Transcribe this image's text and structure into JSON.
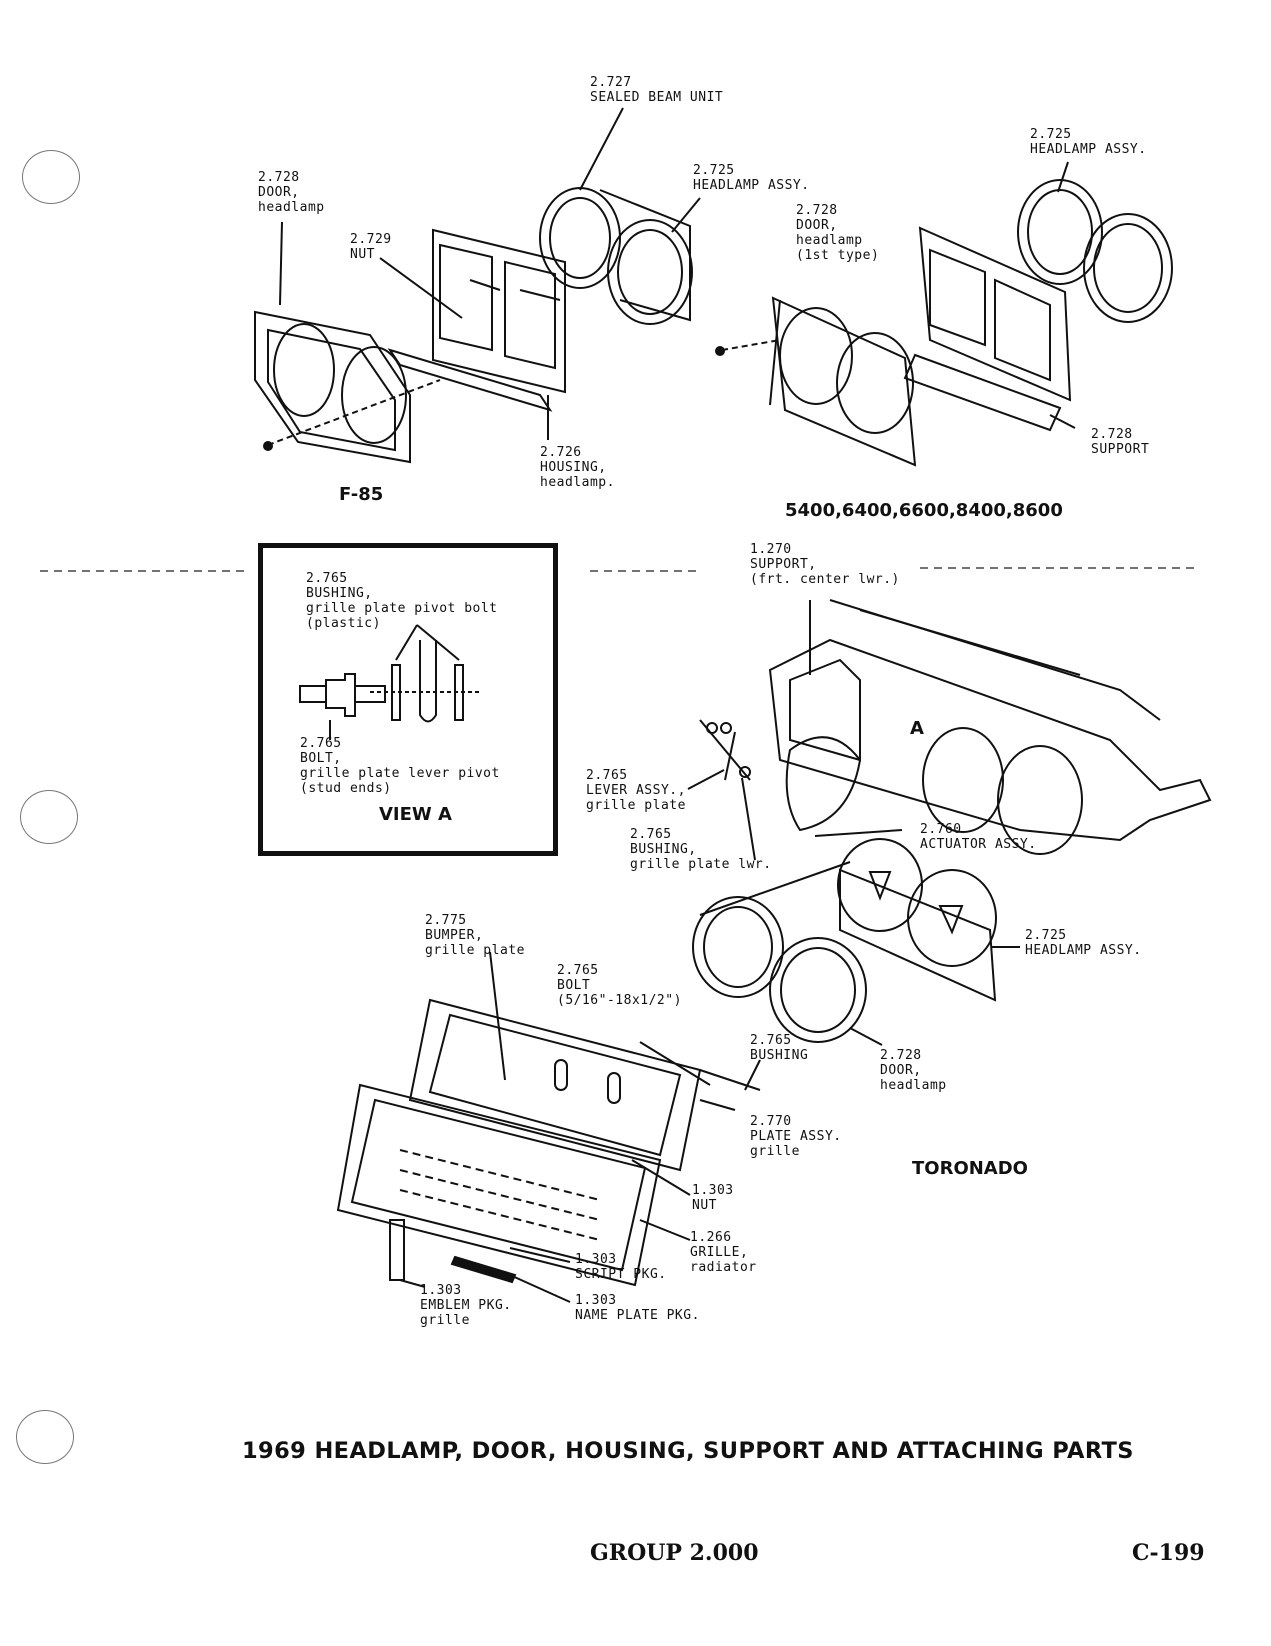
{
  "page": {
    "title": "1969 HEADLAMP, DOOR, HOUSING, SUPPORT AND ATTACHING PARTS",
    "group": "GROUP 2.000",
    "page_number": "C-199"
  },
  "sections": {
    "f85": "F-85",
    "big_models": "5400,6400,6600,8400,8600",
    "toronado": "TORONADO"
  },
  "callouts": {
    "sealed_beam": "2.727\nSEALED BEAM UNIT",
    "f85_headlamp_assy": "2.725\nHEADLAMP ASSY.",
    "f85_door": "2.728\nDOOR,\nheadlamp",
    "f85_nut": "2.729\nNUT",
    "f85_housing": "2.726\nHOUSING,\nheadlamp.",
    "big_headlamp_assy": "2.725\nHEADLAMP ASSY.",
    "big_door": "2.728\nDOOR,\nheadlamp\n(1st type)",
    "big_support": "2.728\nSUPPORT",
    "view_bushing": "2.765\nBUSHING,\ngrille plate pivot bolt\n(plastic)",
    "view_bolt": "2.765\nBOLT,\ngrille plate lever pivot\n(stud ends)",
    "view_title": "VIEW A",
    "toro_support": "1.270\nSUPPORT,\n(frt. center lwr.)",
    "toro_marker_a": "A",
    "toro_lever": "2.765\nLEVER ASSY.,\ngrille plate",
    "toro_bushing_lwr": "2.765\nBUSHING,\ngrille plate lwr.",
    "toro_actuator": "2.760\nACTUATOR ASSY.",
    "toro_headlamp_assy": "2.725\nHEADLAMP ASSY.",
    "toro_bumper": "2.775\nBUMPER,\ngrille plate",
    "toro_bolt": "2.765\nBOLT\n(5/16\"-18x1/2\")",
    "toro_bushing": "2.765\nBUSHING",
    "toro_door": "2.728\nDOOR,\nheadlamp",
    "toro_plate": "2.770\nPLATE ASSY.\ngrille",
    "toro_nut": "1.303\nNUT",
    "toro_grille": "1.266\nGRILLE,\nradiator",
    "toro_script": "1.303\nSCRIPT PKG.",
    "toro_name_plate": "1.303\nNAME PLATE PKG.",
    "toro_emblem": "1.303\nEMBLEM PKG.\ngrille"
  }
}
